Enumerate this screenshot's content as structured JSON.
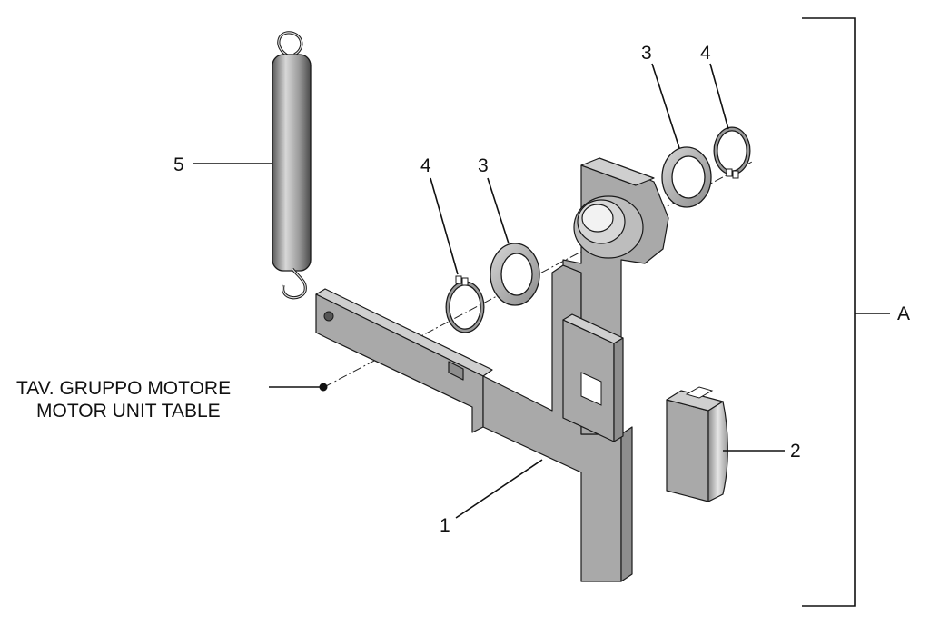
{
  "reference_note": {
    "line1": "TAV. GRUPPO MOTORE",
    "line2": "MOTOR UNIT TABLE"
  },
  "callouts": {
    "part1": "1",
    "part2": "2",
    "part3_left": "3",
    "part3_right": "3",
    "part4_left": "4",
    "part4_right": "4",
    "part5": "5",
    "assembly": "A"
  }
}
